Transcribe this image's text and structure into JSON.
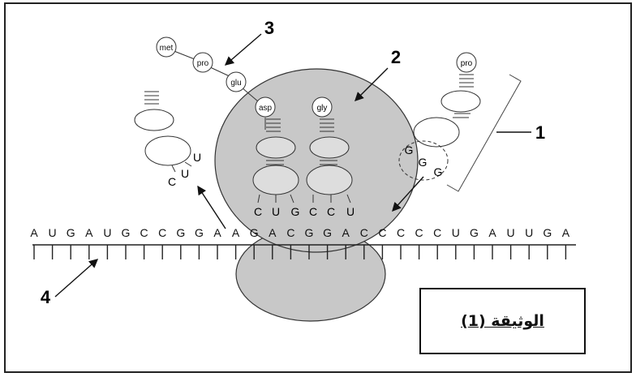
{
  "diagram": {
    "mrna_sequence": [
      "A",
      "U",
      "G",
      "A",
      "U",
      "G",
      "C",
      "C",
      "G",
      "G",
      "A",
      "A",
      "G",
      "A",
      "C",
      "G",
      "G",
      "A",
      "C",
      "C",
      "C",
      "C",
      "C",
      "U",
      "G",
      "A",
      "U",
      "U",
      "G",
      "A"
    ],
    "peptide_chain": [
      "met",
      "pro",
      "glu",
      "asp"
    ],
    "trna_p_site": {
      "amino_acid": "asp",
      "anticodon": [
        "C",
        "U",
        "G"
      ]
    },
    "trna_a_site": {
      "amino_acid": "gly",
      "anticodon": [
        "C",
        "C",
        "U"
      ]
    },
    "trna_leaving": {
      "anticodon": [
        "C",
        "U",
        "U"
      ]
    },
    "trna_incoming": {
      "amino_acid": "pro",
      "anticodon": [
        "G",
        "G",
        "G"
      ]
    },
    "callouts": [
      "1",
      "2",
      "3",
      "4"
    ],
    "document_title": "الوثيقة (1)",
    "colors": {
      "ribosome": "#c8c8c8",
      "line": "#222222",
      "background": "#ffffff"
    }
  }
}
